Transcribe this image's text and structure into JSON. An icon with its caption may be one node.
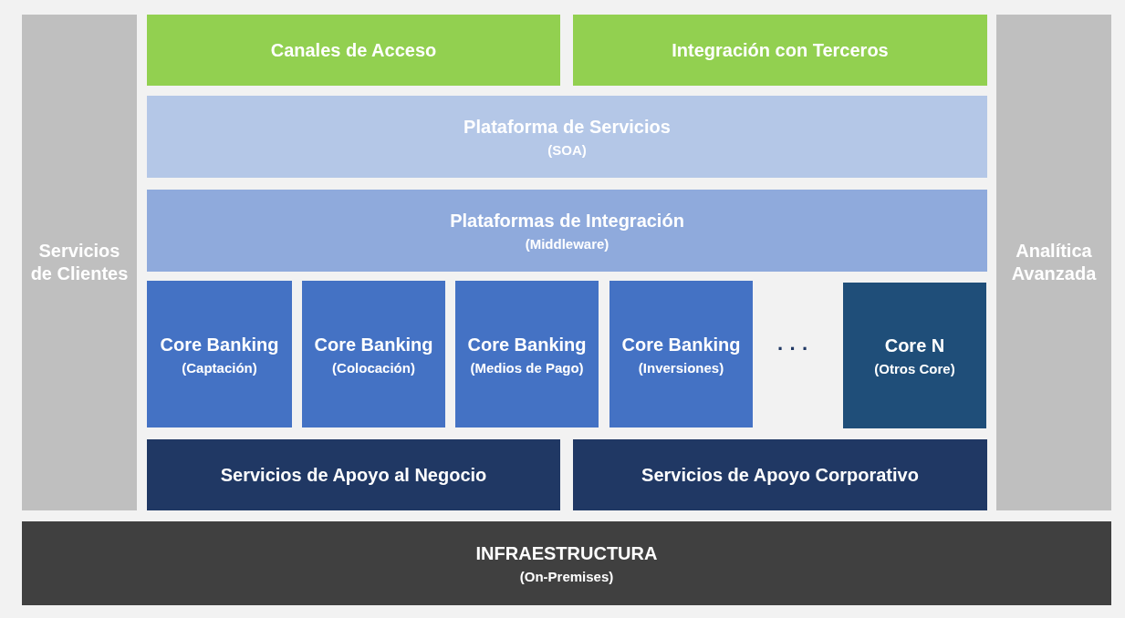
{
  "diagram": {
    "nodes": [
      {
        "text": [
          "Servicios de Clientes"
        ]
      },
      {
        "text": [
          "Canales de Acceso"
        ]
      },
      {
        "text": [
          "Integración con Terceros"
        ]
      },
      {
        "text": [
          "Plataforma de Servicios",
          "(SOA)"
        ]
      },
      {
        "text": [
          "Plataformas de Integración",
          "(Middleware)"
        ]
      },
      {
        "text": [
          "Core Banking",
          "(Captación)"
        ]
      },
      {
        "text": [
          "Core Banking",
          "(Colocación)"
        ]
      },
      {
        "text": [
          "Core Banking",
          "(Medios de Pago)"
        ]
      },
      {
        "text": [
          "Core Banking",
          "(Inversiones)"
        ]
      },
      {
        "text": [
          "Core N",
          "(Otros Core)"
        ]
      },
      {
        "text": [
          "Servicios de Apoyo al Negocio"
        ]
      },
      {
        "text": [
          "Servicios de Apoyo Corporativo"
        ]
      },
      {
        "text": [
          "Analítica Avanzada"
        ]
      },
      {
        "text": [
          "INFRAESTRUCTURA",
          "(On-Premises)"
        ]
      }
    ],
    "labels": [
      "· · ·"
    ]
  }
}
